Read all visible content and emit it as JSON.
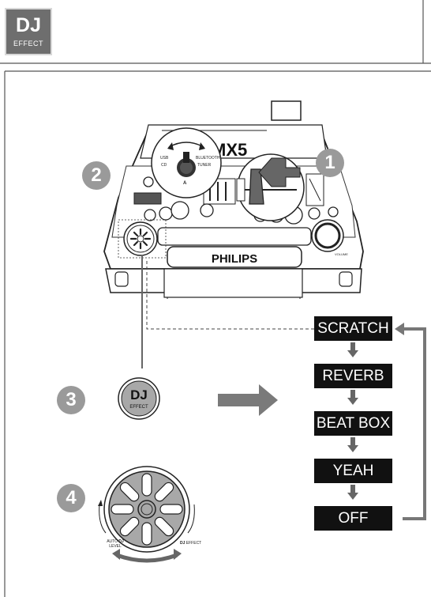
{
  "badge": {
    "title": "DJ",
    "subtitle": "EFFECT"
  },
  "device": {
    "model_text": "MX5",
    "brand": "PHILIPS",
    "source_labels": [
      "USB",
      "CD",
      "BLUETOOTH",
      "TUNER"
    ],
    "knob_label": "A",
    "volume_label": "VOLUME"
  },
  "steps": [
    "1",
    "2",
    "3",
    "4"
  ],
  "dj_button": {
    "title": "DJ",
    "subtitle": "EFFECT"
  },
  "effects": [
    "SCRATCH",
    "REVERB",
    "BEAT BOX",
    "YEAH",
    "OFF"
  ],
  "knob_labels": {
    "left_top": "AUTO",
    "left_dj": "DJ",
    "left_bottom": "LEVEL",
    "right_dj": "DJ",
    "right_effect": "EFFECT"
  }
}
